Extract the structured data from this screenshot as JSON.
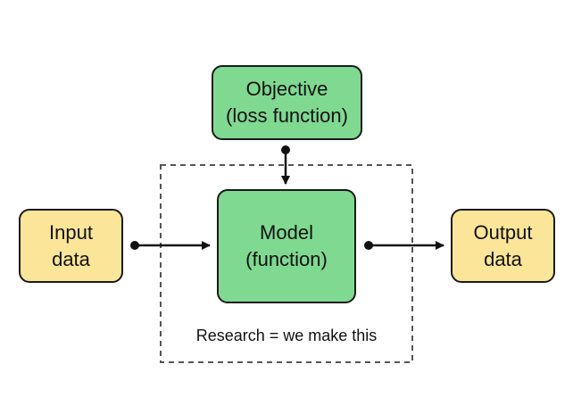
{
  "colors": {
    "objective_fill": "#7fd991",
    "model_fill": "#7fd991",
    "data_fill": "#fbe598",
    "stroke": "#1a1a1a",
    "dashed_border": "#555555"
  },
  "nodes": {
    "objective": {
      "line1": "Objective",
      "line2": "(loss function)"
    },
    "model": {
      "line1": "Model",
      "line2": "(function)"
    },
    "input": {
      "line1": "Input",
      "line2": "data"
    },
    "output": {
      "line1": "Output",
      "line2": "data"
    }
  },
  "research_region": {
    "caption": "Research = we make this"
  }
}
